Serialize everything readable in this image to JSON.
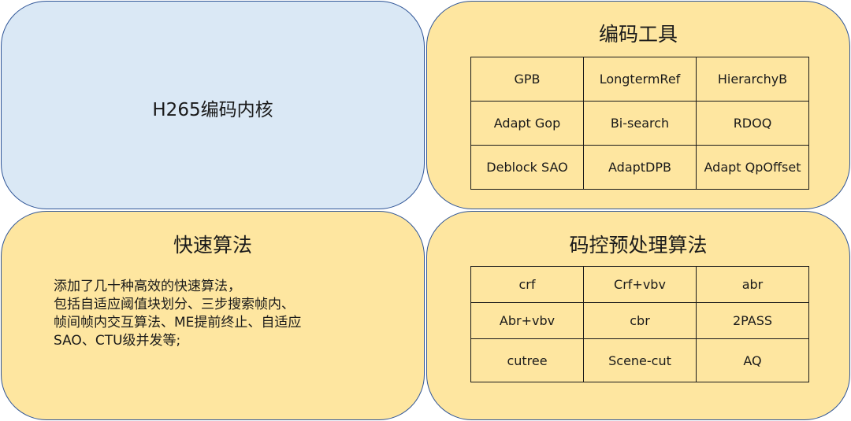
{
  "core_panel": {
    "title": "H265编码内核"
  },
  "tools_panel": {
    "title": "编码工具",
    "cells": [
      [
        "GPB",
        "LongtermRef",
        "HierarchyB"
      ],
      [
        "Adapt Gop",
        "Bi-search",
        "RDOQ"
      ],
      [
        "Deblock SAO",
        "AdaptDPB",
        "Adapt QpOffset"
      ]
    ]
  },
  "fast_panel": {
    "title": "快速算法",
    "lines": [
      "添加了几十种高效的快速算法，",
      "包括自适应阈值块划分、三步搜索帧内、",
      "帧间帧内交互算法、ME提前终止、自适应",
      "SAO、CTU级并发等;"
    ]
  },
  "rc_panel": {
    "title": "码控预处理算法",
    "cells": [
      [
        "crf",
        "Crf+vbv",
        "abr"
      ],
      [
        "Abr+vbv",
        "cbr",
        "2PASS"
      ],
      [
        "cutree",
        "Scene-cut",
        "AQ"
      ]
    ]
  },
  "colors": {
    "core_fill": "#dae8f5",
    "panel_fill": "#fee6a0",
    "panel_border": "#2f5597",
    "grid_line": "#1a1a1a"
  }
}
